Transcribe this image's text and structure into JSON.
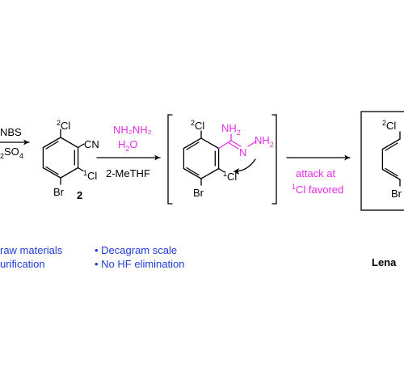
{
  "step1": {
    "reagent_top": "NBS",
    "reagent_bottom_pre": "",
    "reagent_bottom_sub1": "2",
    "reagent_bottom_mid": "SO",
    "reagent_bottom_sub2": "4"
  },
  "compound2": {
    "cl_top_sup": "2",
    "cl_top": "Cl",
    "cn": "CN",
    "cl_bottom_sup": "1",
    "cl_bottom": "Cl",
    "br": "Br",
    "number": "2"
  },
  "step2": {
    "reagent_line1": "NH₂NH₂",
    "reagent_line2_pre": "H",
    "reagent_line2_sub": "2",
    "reagent_line2_post": "O",
    "solvent": "2-MeTHF"
  },
  "intermediate": {
    "cl_top_sup": "2",
    "cl_top": "Cl",
    "nh2_top": "NH",
    "nh2_top_sub": "2",
    "n": "N",
    "nh2_right": "NH",
    "nh2_right_sub": "2",
    "cl_bottom_sup": "1",
    "cl_bottom": "Cl",
    "br": "Br"
  },
  "step3": {
    "line1": "attack at",
    "line2_sup": "1",
    "line2": "Cl  favored"
  },
  "product": {
    "cl_top_sup": "2",
    "cl_top": "Cl",
    "br": "Br",
    "label": "Lena"
  },
  "notes_left": [
    "raw materials",
    "urification"
  ],
  "notes_right": [
    "• Decagram scale",
    "• No HF elimination"
  ],
  "colors": {
    "magenta": "#e62ee6",
    "blue": "#1f3bd6"
  }
}
